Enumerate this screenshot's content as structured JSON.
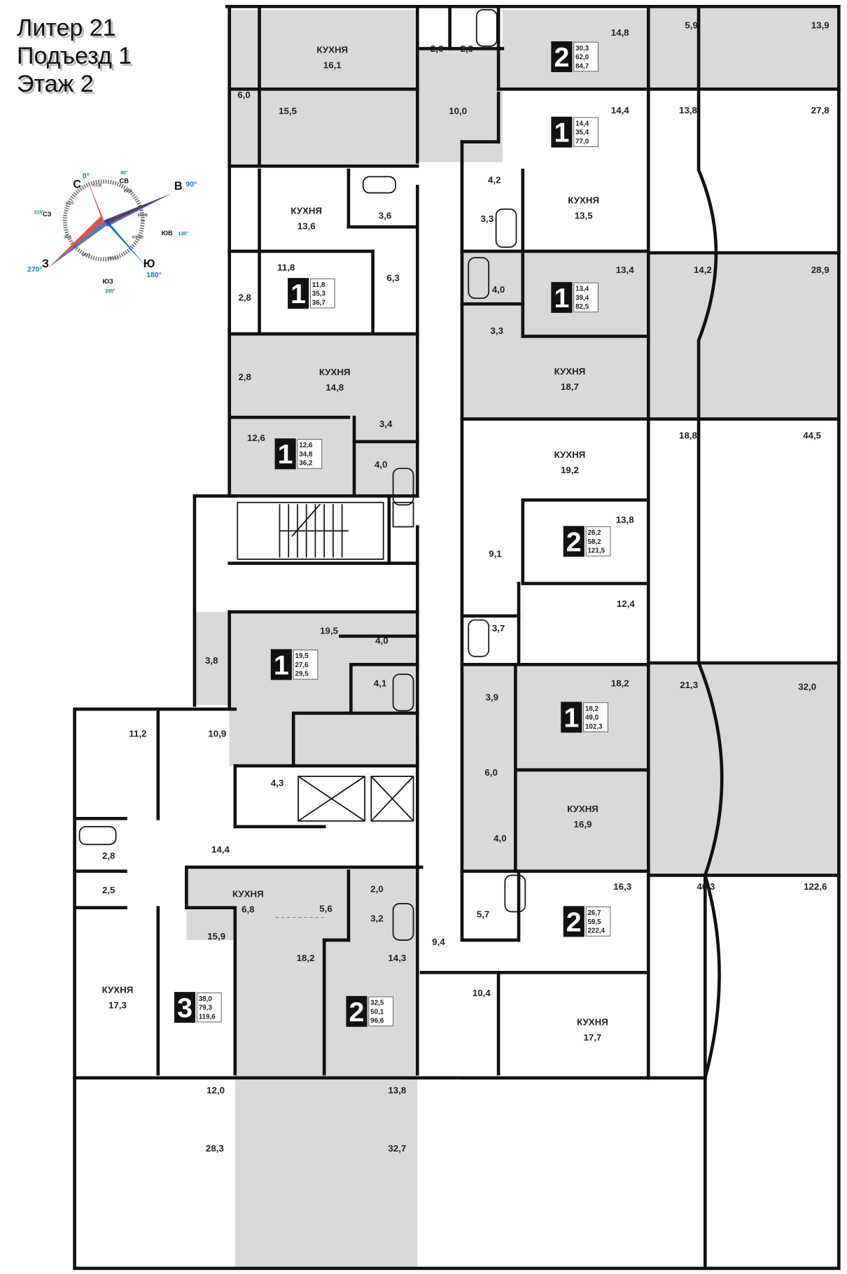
{
  "header": {
    "building": "Литер 21",
    "entrance": "Подъезд 1",
    "floor": "Этаж 2"
  },
  "colors": {
    "shade": "#d9d9d9",
    "wall": "#111111",
    "compass_red": "#d9322b",
    "compass_blue": "#1a6fc2"
  },
  "compass": {
    "main": [
      {
        "dir": "С",
        "deg": "0°"
      },
      {
        "dir": "СВ",
        "deg": "45°"
      },
      {
        "dir": "В",
        "deg": "90°"
      },
      {
        "dir": "ЮВ",
        "deg": "135°"
      },
      {
        "dir": "Ю",
        "deg": "180°"
      },
      {
        "dir": "ЮЗ",
        "deg": "255°"
      },
      {
        "dir": "З",
        "deg": "270°"
      },
      {
        "dir": "СЗ",
        "deg": "315°"
      }
    ],
    "minor": [
      "ССВ",
      "ВСВ",
      "ВЮВ",
      "ЮЮВ",
      "ЮЮЗ",
      "ЗЮЗ",
      "ЗСЗ",
      "ССЗ"
    ]
  },
  "kitchen_label": "КУХНЯ",
  "rooms": [
    {
      "kitchen": true,
      "area": "16,1"
    },
    {
      "area": "15,5"
    },
    {
      "area": "6,0"
    },
    {
      "area": "2,6"
    },
    {
      "area": "2,9"
    },
    {
      "area": "10,0"
    },
    {
      "area": "14,8"
    },
    {
      "area": "5,9"
    },
    {
      "area": "13,9"
    },
    {
      "area": "14,4"
    },
    {
      "area": "13,8"
    },
    {
      "area": "27,8"
    },
    {
      "area": "4,2"
    },
    {
      "kitchen": true,
      "area": "13,5"
    },
    {
      "area": "3,3"
    },
    {
      "kitchen": true,
      "area": "13,6"
    },
    {
      "area": "3,6"
    },
    {
      "area": "6,3"
    },
    {
      "area": "11,8"
    },
    {
      "area": "2,8"
    },
    {
      "area": "13,4"
    },
    {
      "area": "14,2"
    },
    {
      "area": "28,9"
    },
    {
      "area": "4,0"
    },
    {
      "area": "3,3"
    },
    {
      "kitchen": true,
      "area": "18,7"
    },
    {
      "kitchen": true,
      "area": "14,8"
    },
    {
      "area": "2,8"
    },
    {
      "area": "3,4"
    },
    {
      "area": "12,6"
    },
    {
      "area": "4,0"
    },
    {
      "area": "18,8"
    },
    {
      "area": "44,5"
    },
    {
      "kitchen": true,
      "area": "19,2"
    },
    {
      "area": "13,8"
    },
    {
      "area": "9,1"
    },
    {
      "area": "12,4"
    },
    {
      "area": "3,7"
    },
    {
      "area": "19,5"
    },
    {
      "area": "4,0"
    },
    {
      "area": "3,8"
    },
    {
      "area": "4,1"
    },
    {
      "area": "18,2"
    },
    {
      "area": "21,3"
    },
    {
      "area": "32,0"
    },
    {
      "area": "3,9"
    },
    {
      "area": "11,2"
    },
    {
      "area": "10,9"
    },
    {
      "area": "4,3"
    },
    {
      "area": "6,0"
    },
    {
      "kitchen": true,
      "area": "16,9"
    },
    {
      "area": "4,0"
    },
    {
      "area": "14,4"
    },
    {
      "area": "2,8"
    },
    {
      "area": "2,5"
    },
    {
      "area": "2,0"
    },
    {
      "kitchen": true,
      "area": "6,8"
    },
    {
      "area": "5,6"
    },
    {
      "area": "3,2"
    },
    {
      "area": "16,3"
    },
    {
      "area": "40,3"
    },
    {
      "area": "122,6"
    },
    {
      "area": "5,7"
    },
    {
      "area": "9,4"
    },
    {
      "area": "15,9"
    },
    {
      "area": "18,2"
    },
    {
      "area": "14,3"
    },
    {
      "area": "10,4"
    },
    {
      "kitchen": true,
      "area": "17,3"
    },
    {
      "kitchen": true,
      "area": "17,7"
    },
    {
      "area": "12,0"
    },
    {
      "area": "13,8"
    },
    {
      "area": "28,3"
    },
    {
      "area": "32,7"
    }
  ],
  "apartments": [
    {
      "rooms": "2",
      "living": "30,3",
      "total": "62,0",
      "full": "84,7"
    },
    {
      "rooms": "1",
      "living": "14,4",
      "total": "35,4",
      "full": "77,0"
    },
    {
      "rooms": "1",
      "living": "11,8",
      "total": "35,3",
      "full": "36,7"
    },
    {
      "rooms": "1",
      "living": "13,4",
      "total": "39,4",
      "full": "82,5"
    },
    {
      "rooms": "1",
      "living": "12,6",
      "total": "34,8",
      "full": "36,2"
    },
    {
      "rooms": "2",
      "living": "26,2",
      "total": "58,2",
      "full": "121,5"
    },
    {
      "rooms": "1",
      "living": "19,5",
      "total": "27,6",
      "full": "29,5"
    },
    {
      "rooms": "1",
      "living": "18,2",
      "total": "49,0",
      "full": "102,3"
    },
    {
      "rooms": "2",
      "living": "26,7",
      "total": "59,5",
      "full": "222,4"
    },
    {
      "rooms": "2",
      "living": "32,5",
      "total": "50,1",
      "full": "96,6"
    },
    {
      "rooms": "3",
      "living": "38,0",
      "total": "79,3",
      "full": "119,6"
    }
  ]
}
